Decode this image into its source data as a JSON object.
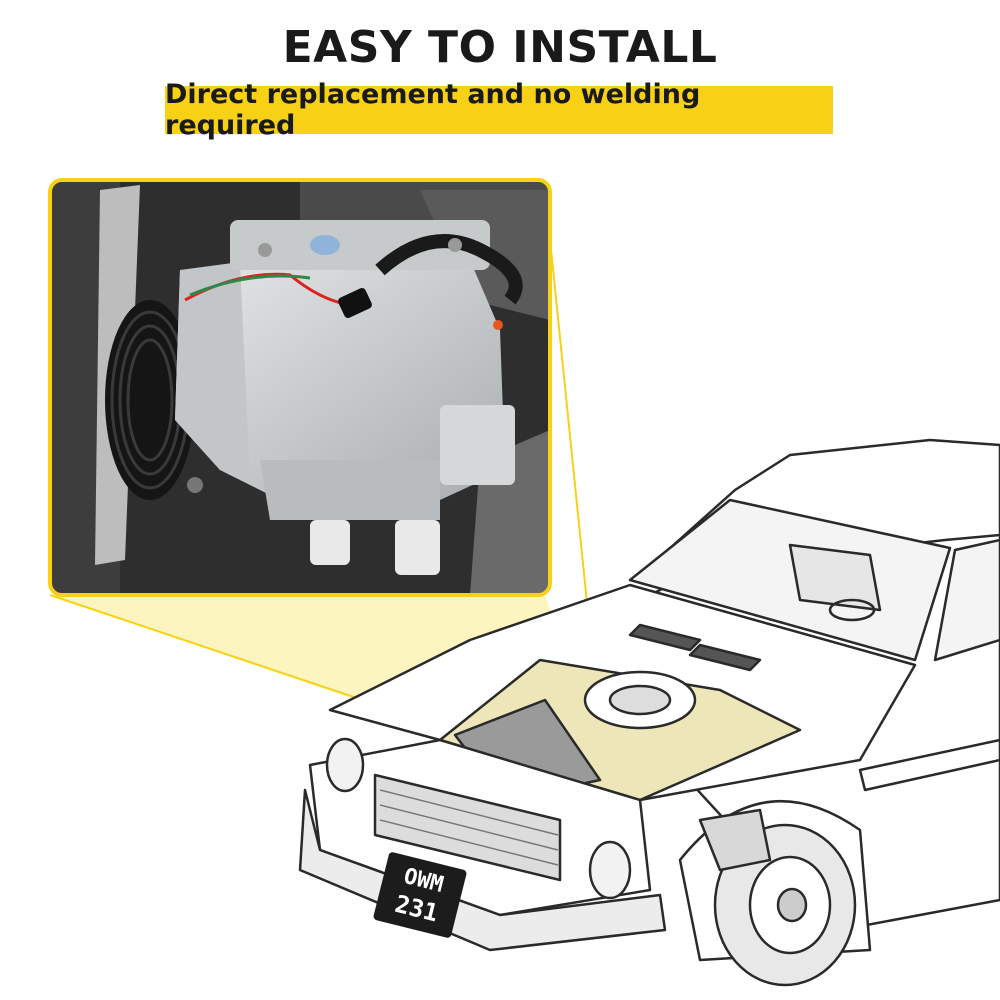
{
  "header": {
    "title": "EASY TO INSTALL",
    "subtitle": "Direct replacement and no welding required"
  },
  "illustration": {
    "license_plate_line1": "OWM",
    "license_plate_line2": "231"
  },
  "colors": {
    "accent_yellow": "#f7d116",
    "callout_fill": "#f9ec8a",
    "outline": "#2a2a2a",
    "compressor_silver": "#cfd2d3",
    "engine_bay_dark": "#2e2e2e"
  }
}
